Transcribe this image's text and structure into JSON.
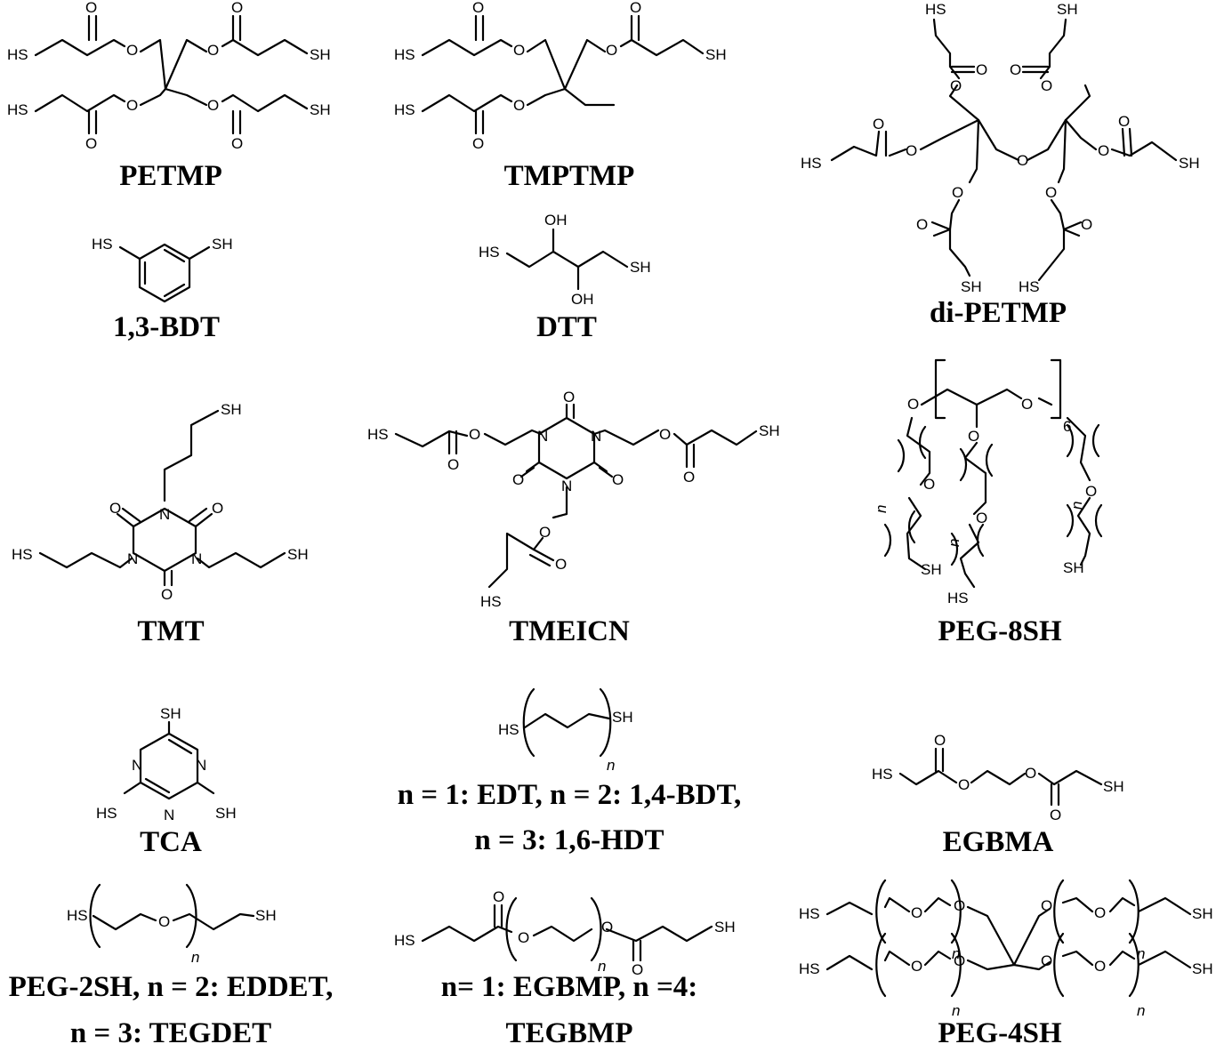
{
  "atoms": {
    "sh": "SH",
    "hs": "HS",
    "o": "O",
    "n": "N",
    "oh": "OH",
    "n_italic": "n",
    "six": "6"
  },
  "labels": {
    "petmp": "PETMP",
    "tmptmp": "TMPTMP",
    "dipetmp": "di-PETMP",
    "bdt13": "1,3-BDT",
    "dtt": "DTT",
    "tmt": "TMT",
    "tmeicn": "TMEICN",
    "peg8sh": "PEG-8SH",
    "tca": "TCA",
    "edt_line1": "n = 1: EDT, n = 2: 1,4-BDT,",
    "edt_line2": "n = 3: 1,6-HDT",
    "egbma": "EGBMA",
    "peg2sh_line1": "PEG-2SH, n = 2: EDDET,",
    "peg2sh_line2": "n = 3: TEGDET",
    "egbmp_line1": "n= 1: EGBMP, n =4:",
    "egbmp_line2": "TEGBMP",
    "peg4sh": "PEG-4SH"
  }
}
